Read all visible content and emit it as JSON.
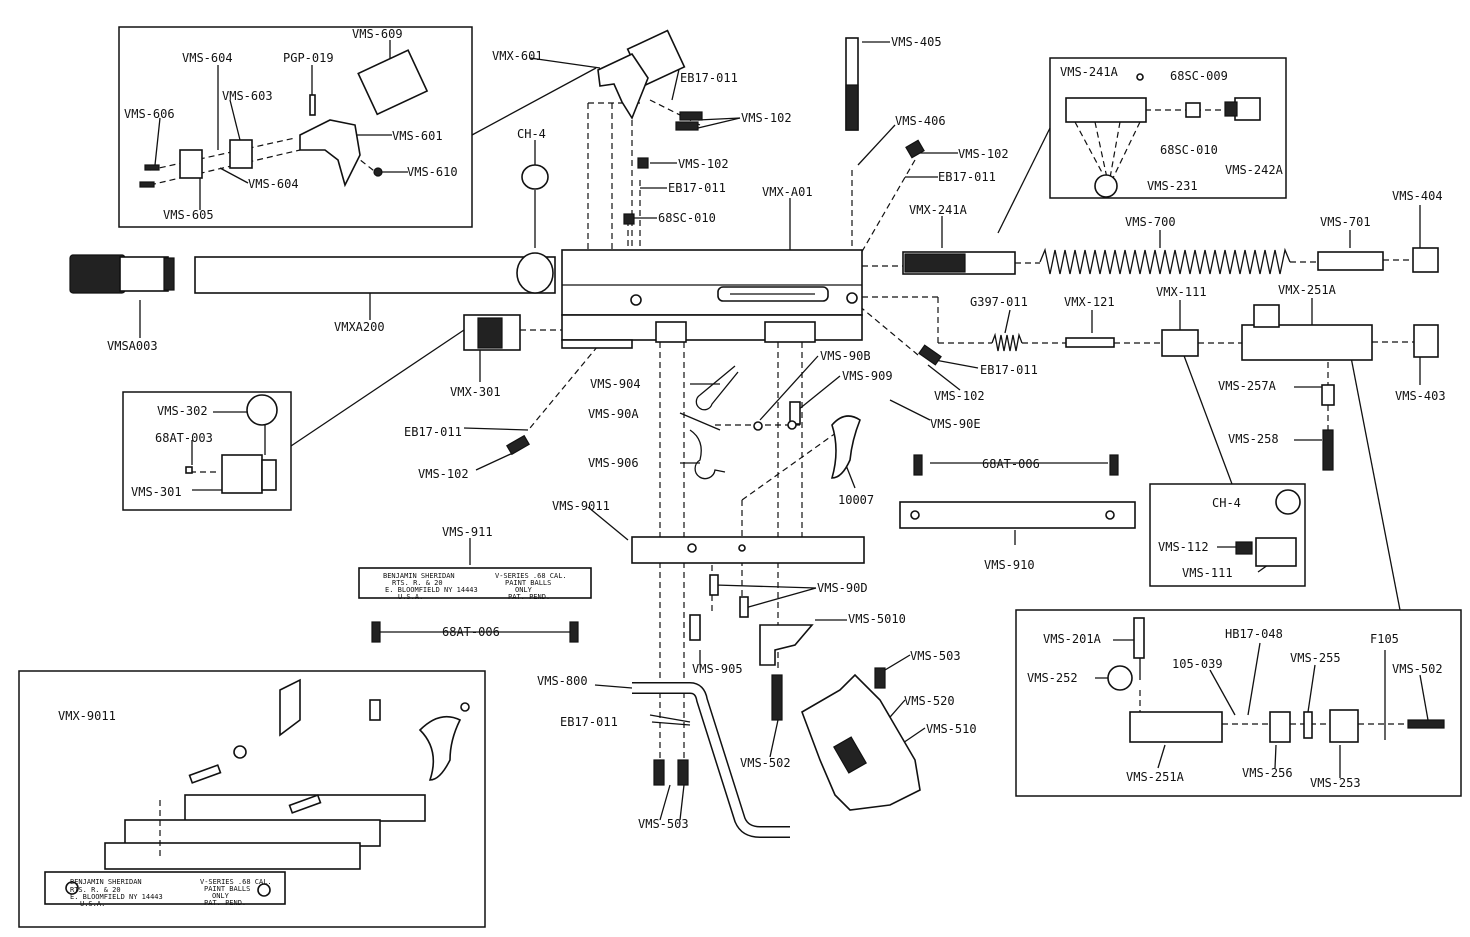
{
  "labels": {
    "vms_609": "VMS-609",
    "vms_604_top": "VMS-604",
    "pgp_019": "PGP-019",
    "vms_603": "VMS-603",
    "vms_606": "VMS-606",
    "vms_601_inset": "VMS-601",
    "vms_610": "VMS-610",
    "vms_604_bottom": "VMS-604",
    "vms_605": "VMS-605",
    "vmx_601": "VMX-601",
    "eb17_011_a": "EB17-011",
    "vms_102_a": "VMS-102",
    "vms_405": "VMS-405",
    "vms_406": "VMS-406",
    "vms_102_b": "VMS-102",
    "eb17_011_b": "EB17-011",
    "vms_241a": "VMS-241A",
    "sc_68_009": "68SC-009",
    "sc_68_010_inset": "68SC-010",
    "vms_242a": "VMS-242A",
    "vms_231": "VMS-231",
    "ch_4_top": "CH-4",
    "vms_102_c": "VMS-102",
    "eb17_011_c": "EB17-011",
    "sc_68_010": "68SC-010",
    "vmx_a01": "VMX-A01",
    "vmx_241a": "VMX-241A",
    "vms_700": "VMS-700",
    "vms_701": "VMS-701",
    "vms_404": "VMS-404",
    "vmsa003": "VMSA003",
    "vmxa200": "VMXA200",
    "vmx_301": "VMX-301",
    "g397_011": "G397-011",
    "vmx_121": "VMX-121",
    "vmx_111": "VMX-111",
    "vmx_251a": "VMX-251A",
    "vms_403": "VMS-403",
    "eb17_011_d": "EB17-011",
    "vms_102_d": "VMS-102",
    "vms_302": "VMS-302",
    "at_68_003": "68AT-003",
    "vms_301": "VMS-301",
    "vms_90b": "VMS-90B",
    "vms_909": "VMS-909",
    "vms_904": "VMS-904",
    "vms_90a": "VMS-90A",
    "vms_90e": "VMS-90E",
    "vms_906": "VMS-906",
    "part_10007": "10007",
    "eb17_011_e": "EB17-011",
    "vms_102_e": "VMS-102",
    "vms_257a": "VMS-257A",
    "vms_258": "VMS-258",
    "at_68_006_right": "68AT-006",
    "ch_4_right": "CH-4",
    "vms_112": "VMS-112",
    "vms_111": "VMS-111",
    "vms_910": "VMS-910",
    "vms_9011": "VMS-9011",
    "vms_911": "VMS-911",
    "vms_90d": "VMS-90D",
    "at_68_006_left": "68AT-006",
    "vms_5010": "VMS-5010",
    "vms_905": "VMS-905",
    "vms_503_a": "VMS-503",
    "vms_800": "VMS-800",
    "vms_520": "VMS-520",
    "vms_510": "VMS-510",
    "eb17_011_f": "EB17-011",
    "vms_502_a": "VMS-502",
    "vms_503_b": "VMS-503",
    "vmx_9011_inset": "VMX-9011",
    "vms_201a": "VMS-201A",
    "hb17_048": "HB17-048",
    "f105": "F105",
    "part_105_039": "105-039",
    "vms_255": "VMS-255",
    "vms_252": "VMS-252",
    "vms_502_b": "VMS-502",
    "vms_251a": "VMS-251A",
    "vms_256": "VMS-256",
    "vms_253": "VMS-253"
  },
  "plate_text": {
    "left_1": "BENJAMIN SHERIDAN",
    "left_2": "RTS. R. & 20",
    "left_3": "E. BLOOMFIELD NY 14443",
    "left_4": "U.S.A.",
    "right_1": "V-SERIES .68 CAL.",
    "right_2": "PAINT BALLS",
    "right_3": "ONLY",
    "right_4": "PAT. PEND."
  }
}
